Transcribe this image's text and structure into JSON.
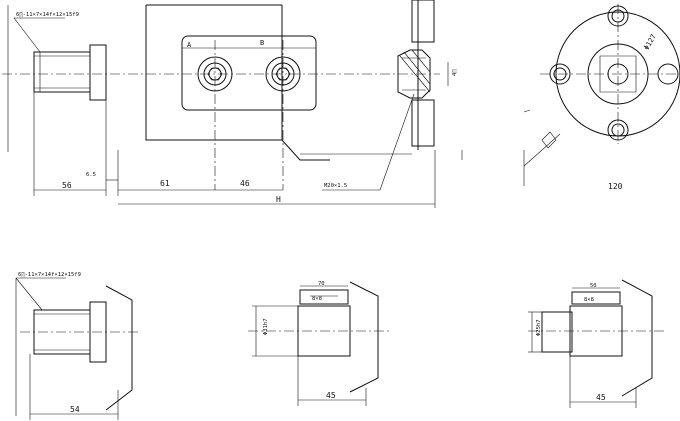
{
  "main_view": {
    "spline_callout": "6∏-11×7×14f×12×15f9",
    "port_a": "A",
    "port_b": "B",
    "dim_56": "56",
    "dim_6_5": "6.5",
    "dim_61": "61",
    "dim_46": "46",
    "dim_h": "H",
    "thread_callout": "M20×1.5",
    "side_mark": "4∏"
  },
  "side_view": {
    "dia_127": "Φ127",
    "dim_120": "120"
  },
  "bottom_left": {
    "spline_callout": "6∏-11×7×14f×12×15f9",
    "dim_54": "54"
  },
  "bottom_middle": {
    "dim_top": "70",
    "key_callout": "8×8",
    "dia_label": "Φ31h7",
    "dim_45": "45"
  },
  "bottom_right": {
    "dim_top": "50",
    "key_callout": "8×8",
    "dia_label": "Φ25h7",
    "dim_45": "45"
  }
}
